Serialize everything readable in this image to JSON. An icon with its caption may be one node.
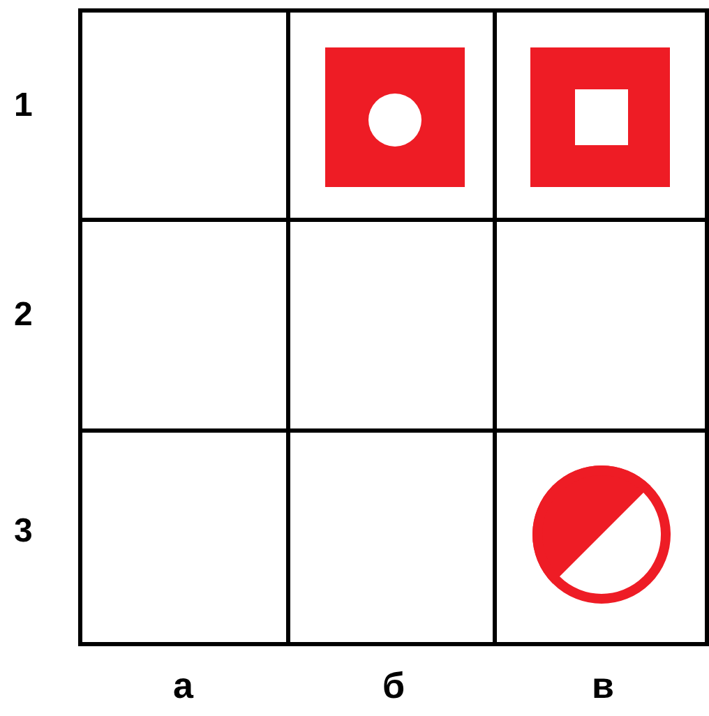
{
  "diagram": {
    "labels": [
      "1",
      "2",
      "3",
      "а",
      "б",
      "в"
    ]
  }
}
